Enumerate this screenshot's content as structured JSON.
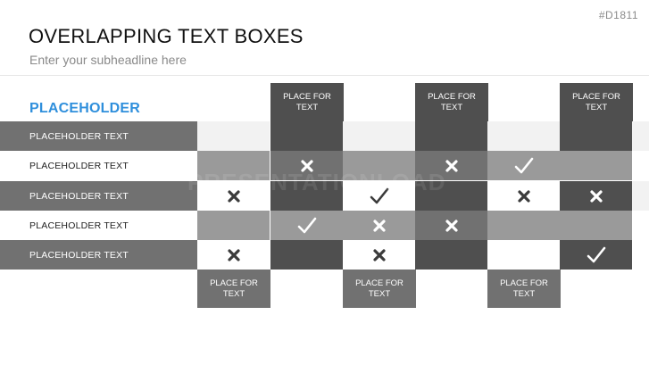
{
  "slide_id": "#D1811",
  "title": "OVERLAPPING TEXT BOXES",
  "subtitle": "Enter your subheadline here",
  "placeholder_heading": "PLACEHOLDER",
  "watermark": "PRESENTATIONLOAD",
  "rows": [
    {
      "label": "PLACEHOLDER TEXT"
    },
    {
      "label": "PLACEHOLDER TEXT"
    },
    {
      "label": "PLACEHOLDER TEXT"
    },
    {
      "label": "PLACEHOLDER TEXT"
    },
    {
      "label": "PLACEHOLDER TEXT"
    }
  ],
  "top_tabs": [
    {
      "label": "PLACE FOR TEXT"
    },
    {
      "label": "PLACE FOR TEXT"
    },
    {
      "label": "PLACE FOR TEXT"
    }
  ],
  "bottom_tabs": [
    {
      "label": "PLACE FOR TEXT"
    },
    {
      "label": "PLACE FOR TEXT"
    },
    {
      "label": "PLACE FOR TEXT"
    }
  ],
  "marks": [
    [
      "",
      "",
      "",
      "",
      "",
      ""
    ],
    [
      "",
      "x",
      "",
      "x",
      "check",
      ""
    ],
    [
      "x",
      "",
      "check",
      "",
      "x",
      "x"
    ],
    [
      "",
      "check",
      "x",
      "x",
      "",
      ""
    ],
    [
      "x",
      "",
      "x",
      "",
      "",
      "check"
    ]
  ],
  "colors": {
    "accent": "#2f8fdc",
    "col_dark": "#4f4f4f",
    "col_mid": "#717171",
    "band_mid": "#9a9a9a",
    "band_light": "#f2f2f2"
  }
}
